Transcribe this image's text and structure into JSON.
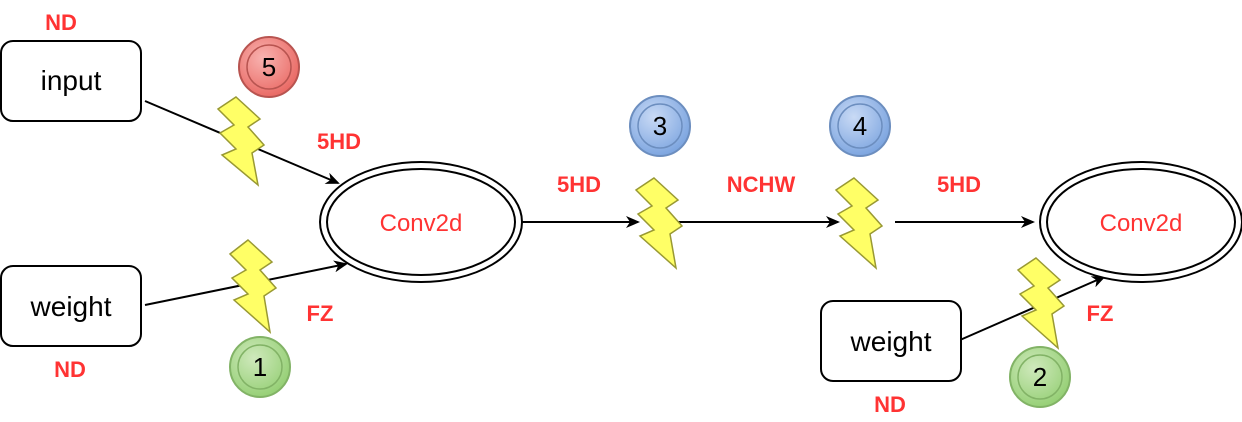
{
  "colors": {
    "format_label": "#ff3333",
    "op_label": "#ff3333",
    "badge_red_fill": "#ea6b66",
    "badge_red_stroke": "#b85450",
    "badge_blue_fill": "#7ea6e0",
    "badge_blue_stroke": "#6c8ebf",
    "badge_green_fill": "#97d077",
    "badge_green_stroke": "#82b366",
    "bolt_fill": "#ffff66"
  },
  "nodes": {
    "input": {
      "label": "input",
      "format": "ND"
    },
    "weight_left": {
      "label": "weight",
      "format": "ND"
    },
    "weight_right": {
      "label": "weight",
      "format": "ND"
    },
    "conv_left": {
      "label": "Conv2d"
    },
    "conv_right": {
      "label": "Conv2d"
    }
  },
  "edge_formats": {
    "input_to_conv": "5HD",
    "weight_to_conv": "FZ",
    "conv_out_a": "5HD",
    "conv_out_b": "NCHW",
    "conv_out_c": "5HD",
    "weight_right_to_conv": "FZ"
  },
  "badges": {
    "b5": {
      "number": "5",
      "color": "red"
    },
    "b3": {
      "number": "3",
      "color": "blue"
    },
    "b4": {
      "number": "4",
      "color": "blue"
    },
    "b1": {
      "number": "1",
      "color": "green"
    },
    "b2": {
      "number": "2",
      "color": "green"
    }
  },
  "icons": {
    "bolt": "lightning-bolt-icon",
    "badge": "numbered-circle-icon"
  }
}
